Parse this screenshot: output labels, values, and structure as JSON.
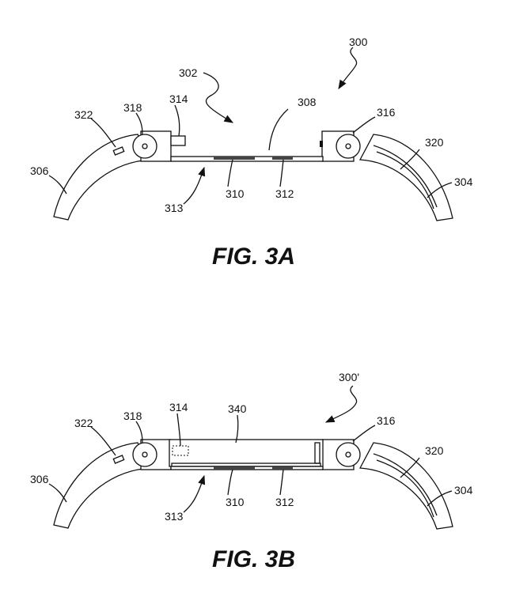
{
  "figures": [
    {
      "caption": "FIG. 3A",
      "refs": {
        "r300": "300",
        "r302": "302",
        "r304": "304",
        "r306": "306",
        "r308": "308",
        "r310": "310",
        "r312": "312",
        "r313": "313",
        "r314": "314",
        "r316": "316",
        "r318": "318",
        "r320": "320",
        "r322": "322"
      }
    },
    {
      "caption": "FIG. 3B",
      "refs": {
        "r300": "300'",
        "r304": "304",
        "r306": "306",
        "r310": "310",
        "r312": "312",
        "r313": "313",
        "r314": "314",
        "r316": "316",
        "r318": "318",
        "r320": "320",
        "r322": "322",
        "r340": "340"
      }
    }
  ]
}
